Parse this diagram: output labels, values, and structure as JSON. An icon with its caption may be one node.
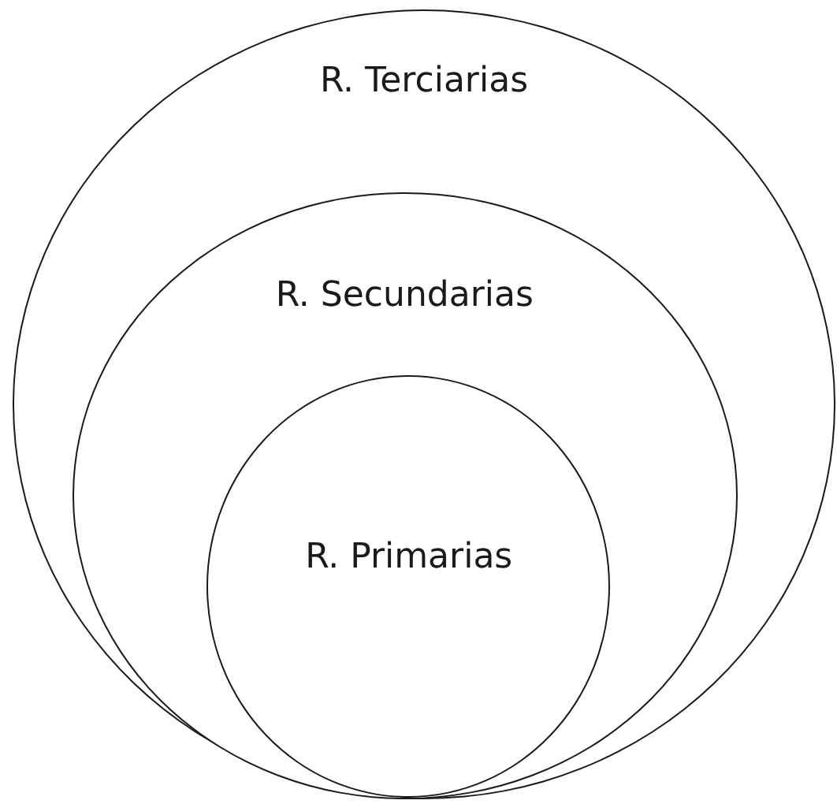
{
  "diagram": {
    "nodes": [
      {
        "text": [
          "R. Terciarias"
        ]
      },
      {
        "text": [
          "R. Secundarias"
        ],
        "in": 0
      },
      {
        "text": [
          "R. Primarias"
        ],
        "in": 1
      }
    ]
  }
}
